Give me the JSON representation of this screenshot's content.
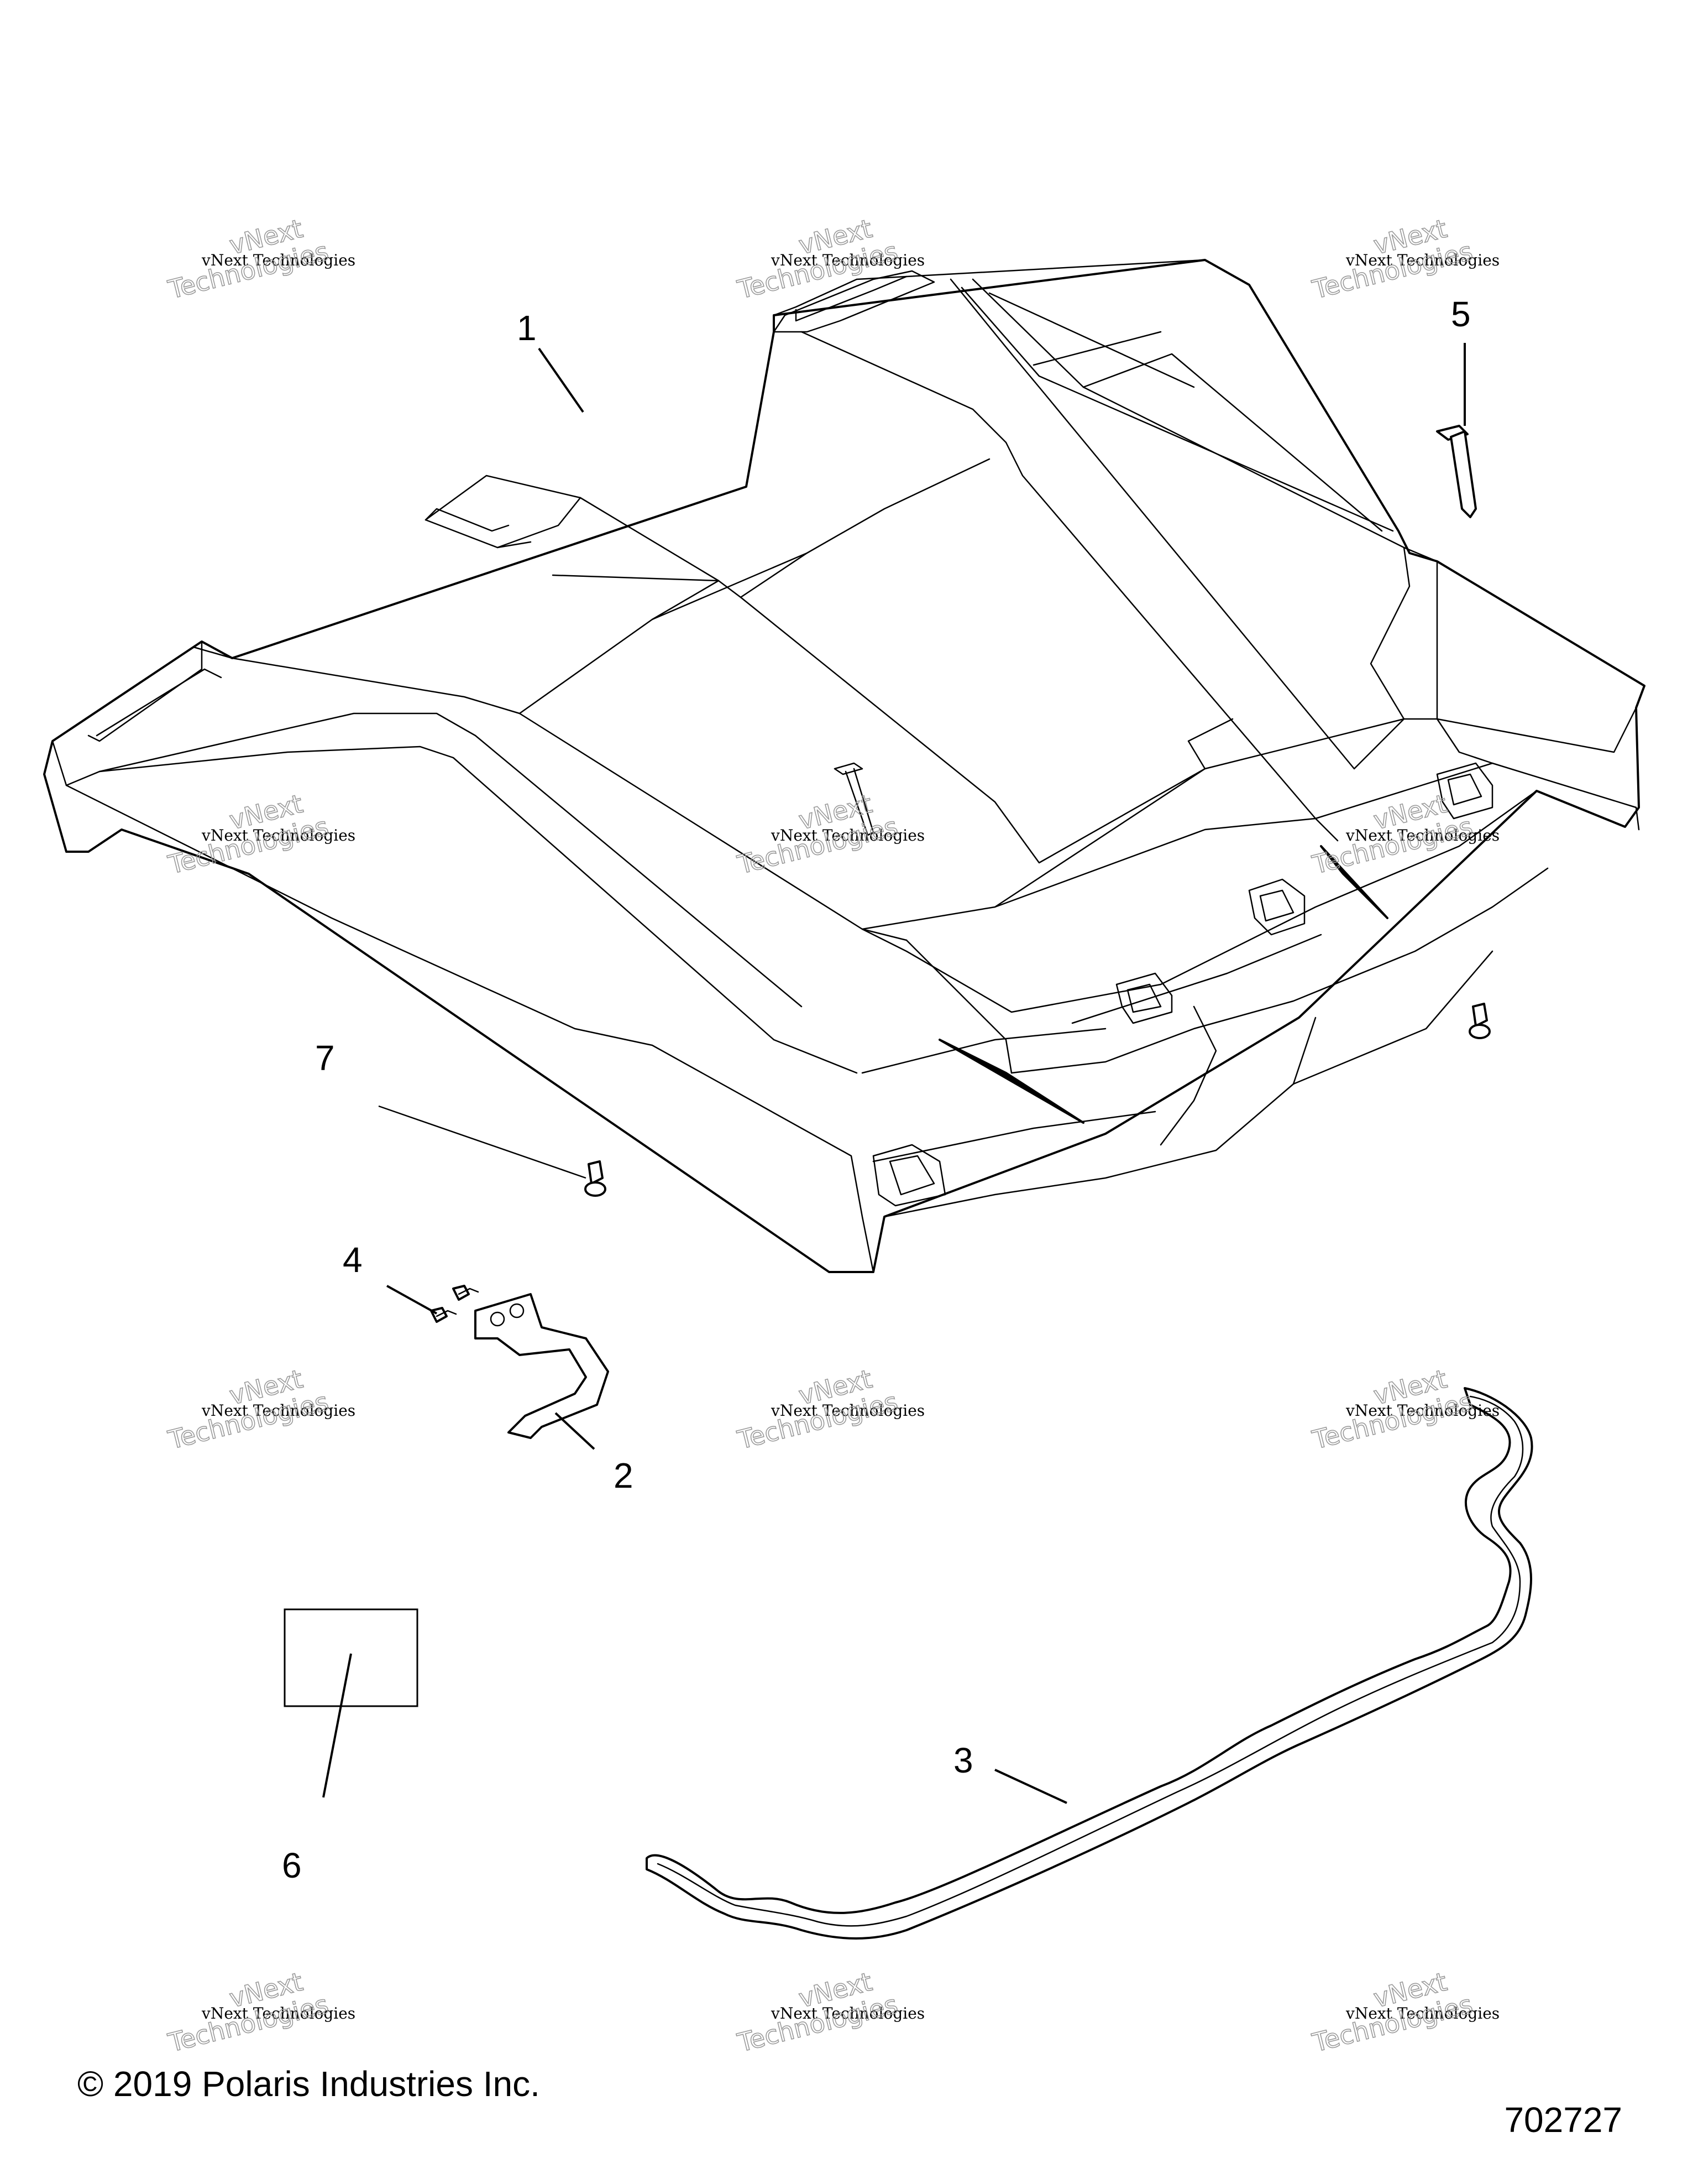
{
  "callouts": {
    "c1": "1",
    "c2": "2",
    "c3": "3",
    "c4": "4",
    "c5": "5",
    "c6": "6",
    "c7": "7"
  },
  "watermark": {
    "line1": "vNext Technologies",
    "line2": "Technologies",
    "stamp": "vNext"
  },
  "footer": {
    "copyright": "© 2019 Polaris Industries Inc.",
    "diagram_number": "702727"
  },
  "colors": {
    "ink": "#000000",
    "watermark_gray": "#9a9a9a",
    "background": "#ffffff"
  }
}
